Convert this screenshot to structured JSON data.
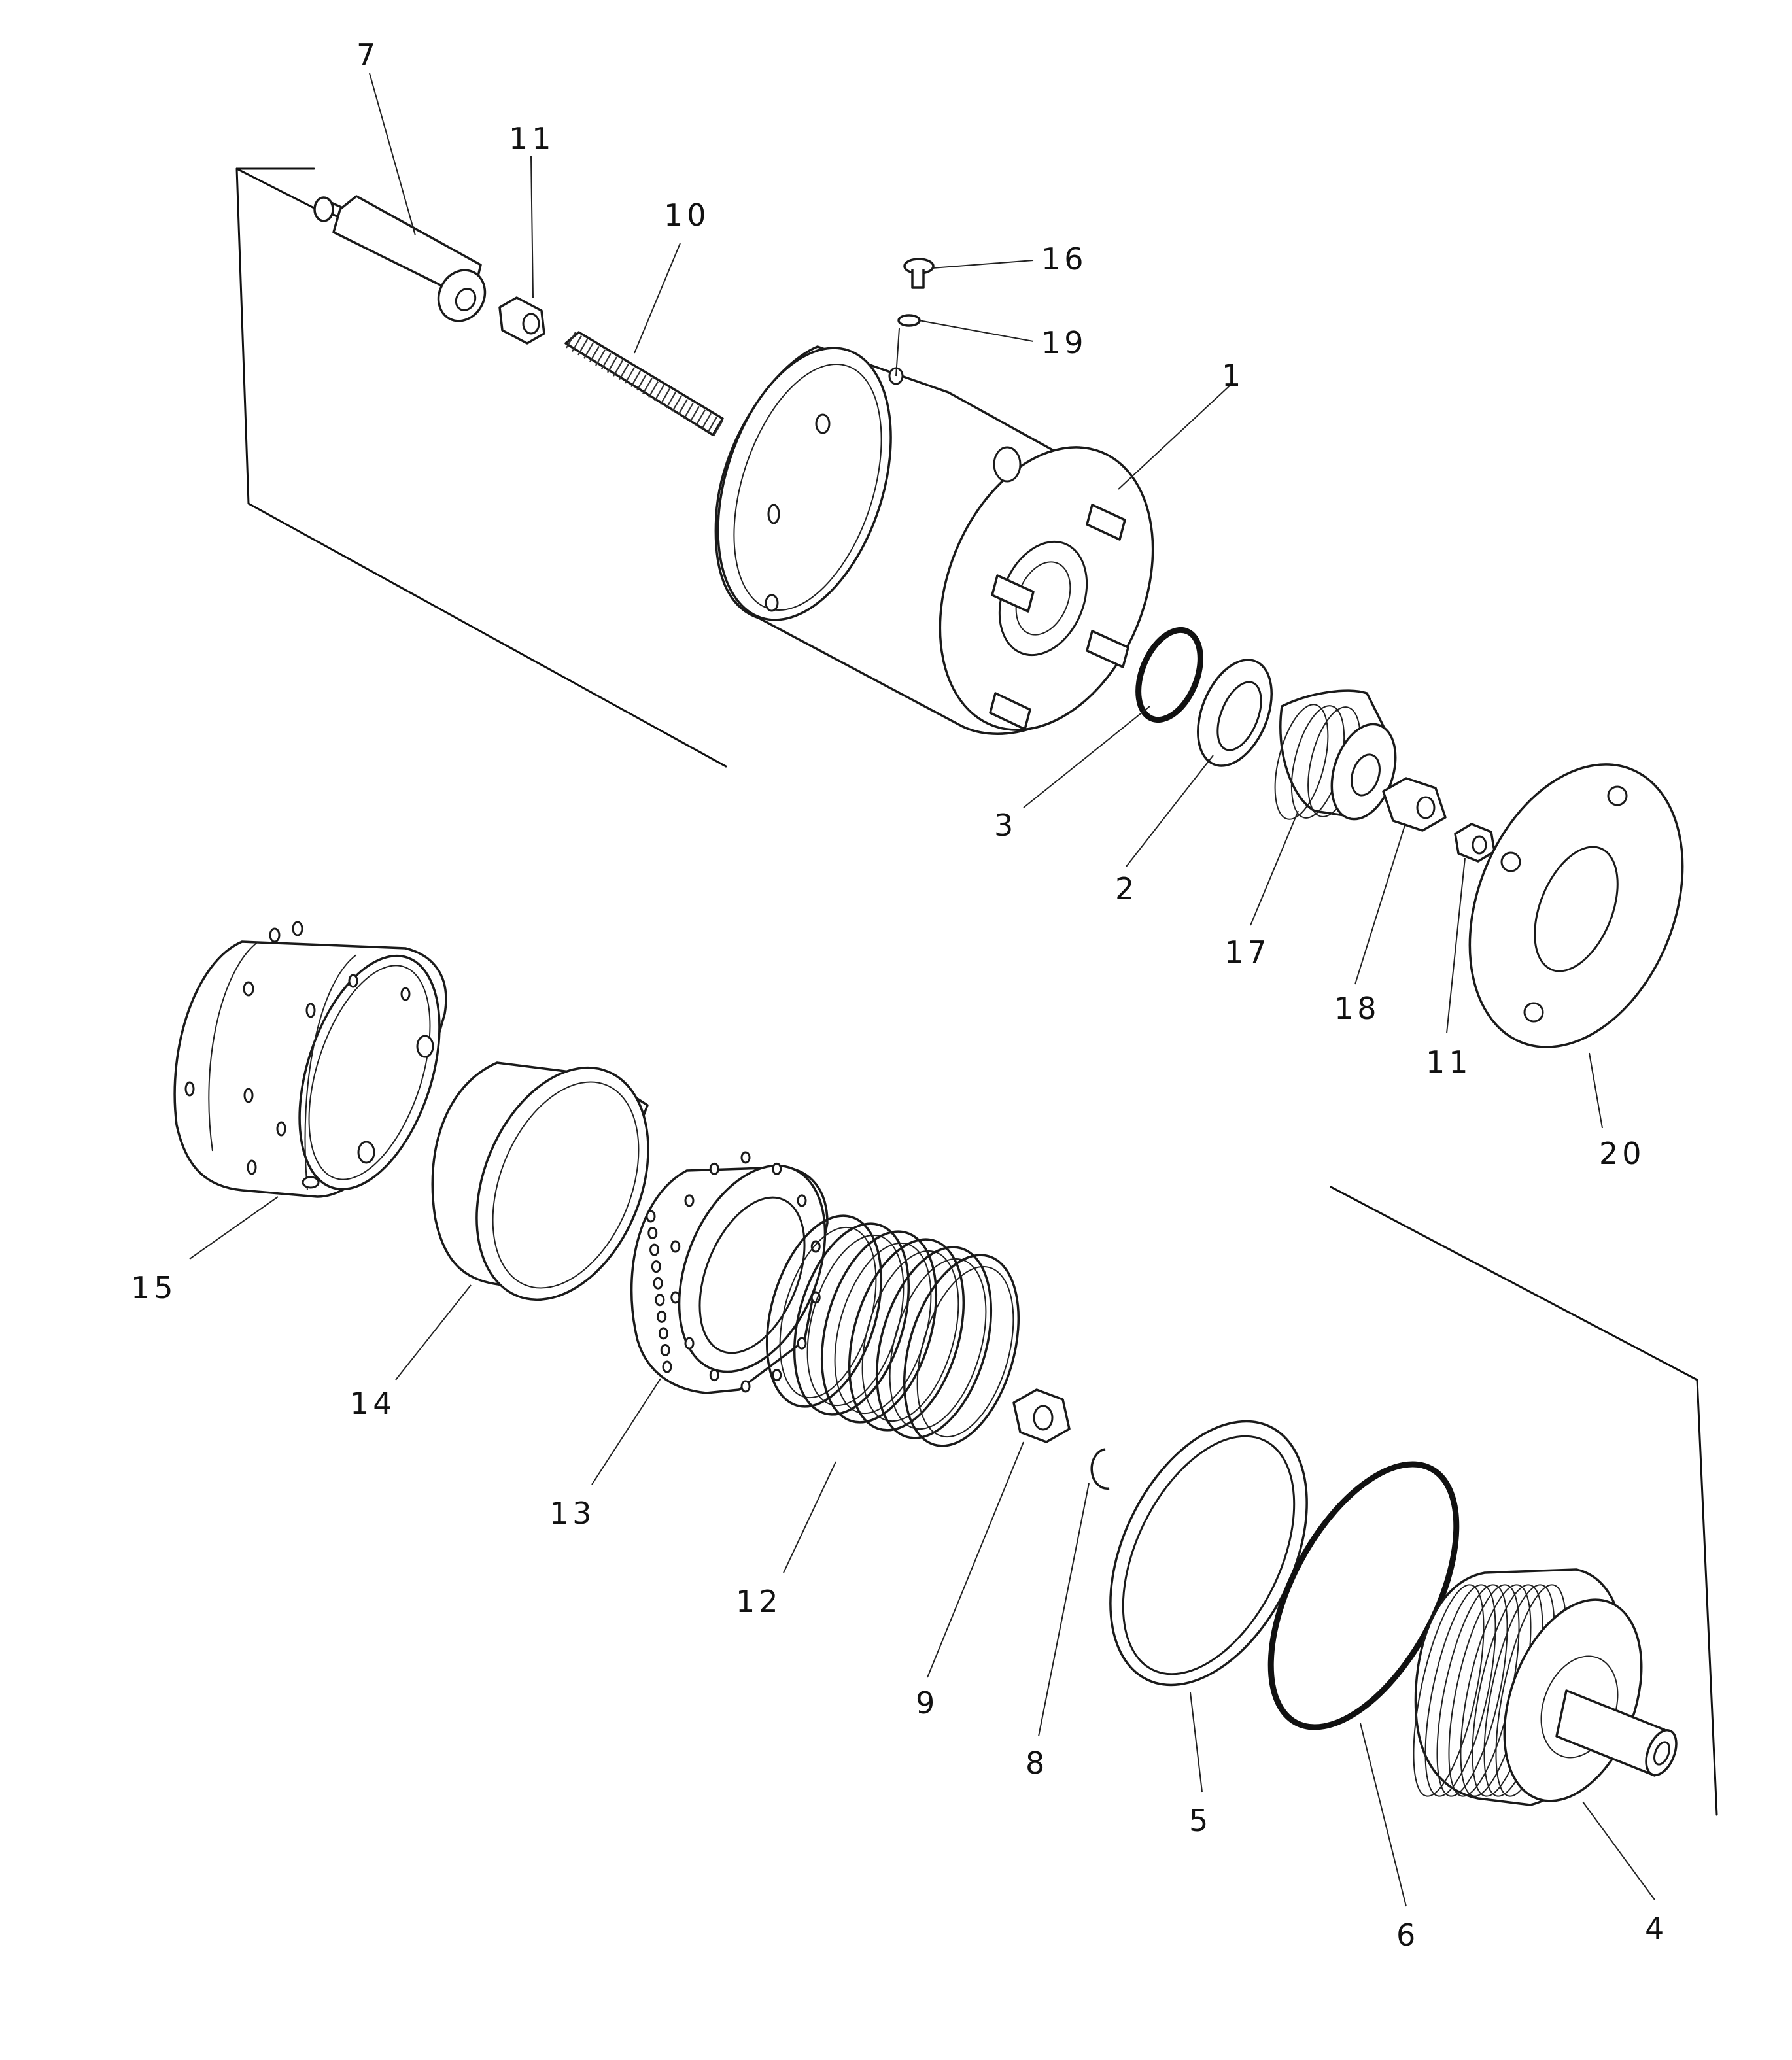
{
  "callouts": {
    "c1": "1",
    "c2": "2",
    "c3": "3",
    "c4": "4",
    "c5": "5",
    "c6": "6",
    "c7": "7",
    "c8": "8",
    "c9": "9",
    "c10": "10",
    "c11a": "11",
    "c11b": "11",
    "c12": "12",
    "c13": "13",
    "c14": "14",
    "c15": "15",
    "c16": "16",
    "c17": "17",
    "c18": "18",
    "c19": "19",
    "c20": "20"
  },
  "colors": {
    "line": "#111111",
    "paper": "#ffffff"
  }
}
